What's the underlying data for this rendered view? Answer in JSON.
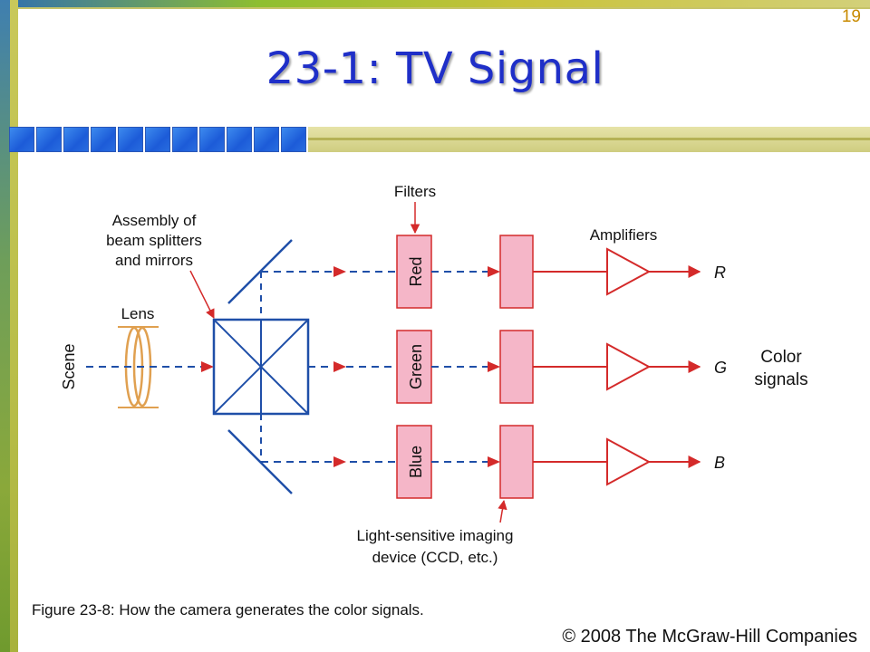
{
  "slide": {
    "number": "19",
    "title": "23-1: TV Signal",
    "caption": "Figure 23-8: How the camera generates the color signals.",
    "copyright": "© 2008 The McGraw-Hill Companies"
  },
  "diagram": {
    "labels": {
      "scene": "Scene",
      "lens": "Lens",
      "assembly_line1": "Assembly of",
      "assembly_line2": "beam splitters",
      "assembly_line3": "and mirrors",
      "filters": "Filters",
      "amplifiers": "Amplifiers",
      "color_signals_line1": "Color",
      "color_signals_line2": "signals",
      "device_line1": "Light-sensitive imaging",
      "device_line2": "device (CCD, etc.)"
    },
    "filters": [
      "Red",
      "Green",
      "Blue"
    ],
    "outputs": [
      "R",
      "G",
      "B"
    ],
    "colors": {
      "optics": "#1f4fa8",
      "signal": "#d42a2a",
      "filter_fill": "#f5b6c8",
      "title": "#1f2fc8",
      "square": "#1c5bd8"
    }
  }
}
